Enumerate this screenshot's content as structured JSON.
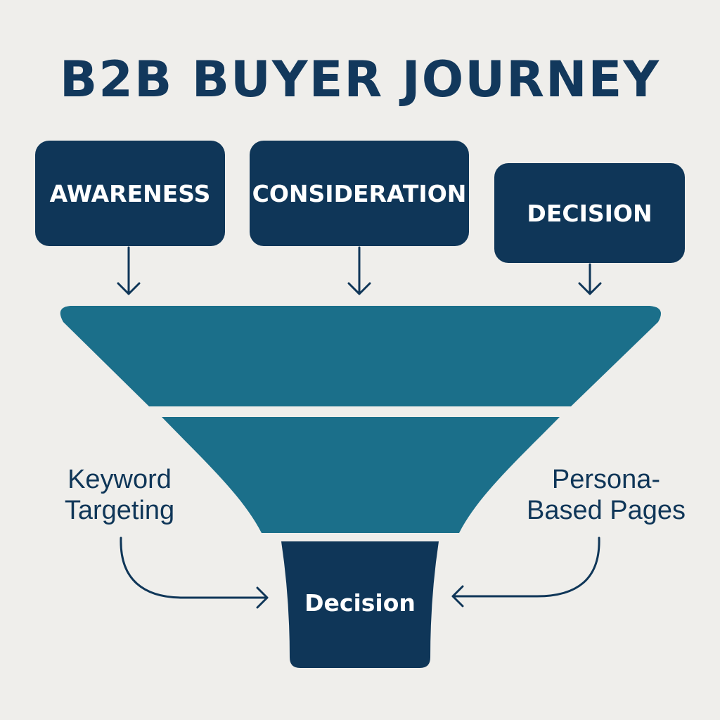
{
  "title": "B2B BUYER JOURNEY",
  "stages": [
    {
      "label": "AWARENESS"
    },
    {
      "label": "CONSIDERATION"
    },
    {
      "label": "DECISION"
    }
  ],
  "side_labels": {
    "left_line1": "Keyword",
    "left_line2": "Targeting",
    "right_line1": "Persona-",
    "right_line2": "Based Pages"
  },
  "funnel_bottom_label": "Decision",
  "colors": {
    "background": "#efeeeb",
    "navy": "#0f3658",
    "teal": "#1b6f8a",
    "title": "#12385c"
  }
}
